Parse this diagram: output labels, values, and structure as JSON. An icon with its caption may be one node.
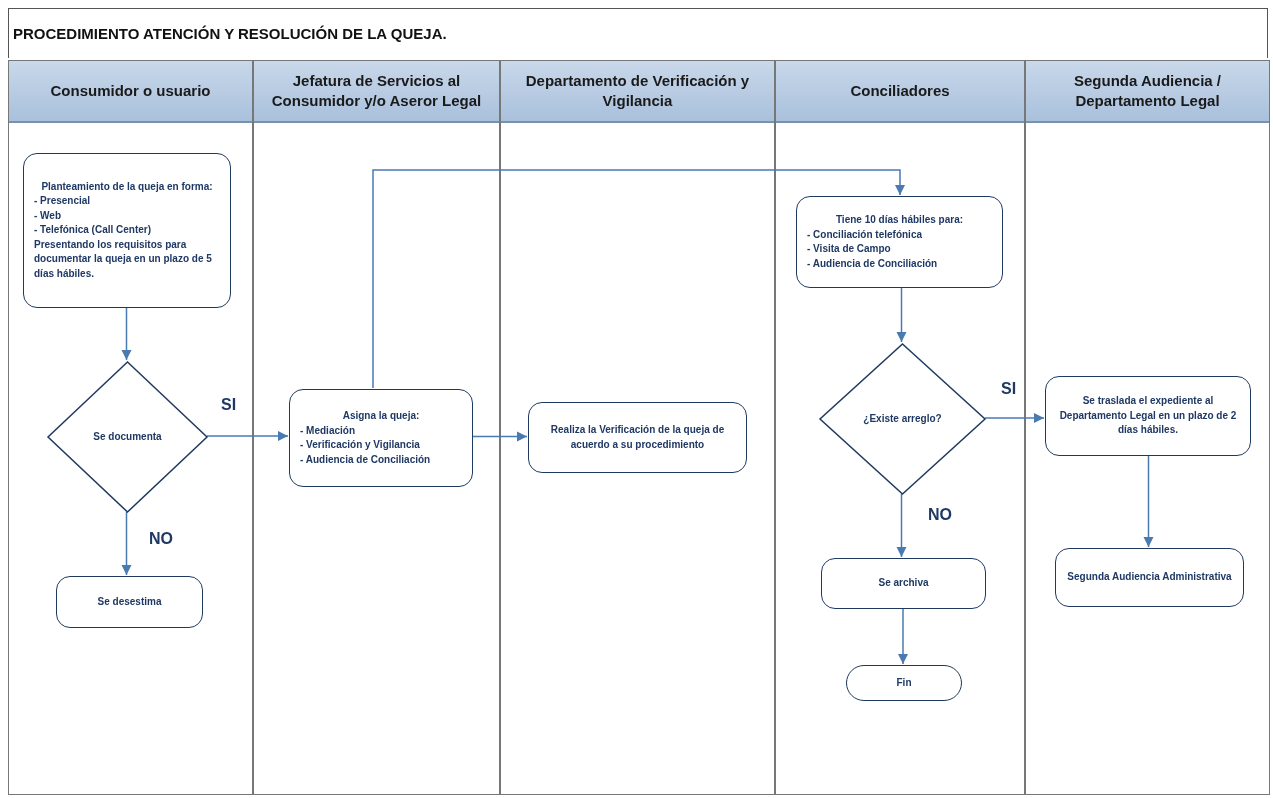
{
  "diagram": {
    "title": "PROCEDIMIENTO ATENCIÓN Y RESOLUCIÓN DE LA QUEJA.",
    "nodes": [
      {
        "text": [
          "Consumidor o usuario"
        ]
      },
      {
        "text": [
          "Jefatura de Servicios al Consumidor y/o Aseror Legal"
        ]
      },
      {
        "text": [
          "Departamento de Verificación y Vigilancia"
        ]
      },
      {
        "text": [
          "Conciliadores"
        ]
      },
      {
        "text": [
          "Segunda Audiencia / Departamento Legal"
        ]
      },
      {
        "text": [
          "Planteamiento de la queja en forma:",
          "- Presencial",
          "- Web",
          "- Telefónica (Call Center)",
          "Presentando los requisitos para documentar la queja en un plazo de 5 días hábiles."
        ],
        "in": 0
      },
      {
        "text": [
          "Se documenta"
        ],
        "in": 0
      },
      {
        "text": [
          "Se desestima"
        ],
        "in": 0
      },
      {
        "text": [
          "Asigna la queja:",
          "- Mediación",
          "- Verificación y Vigilancia",
          "- Audiencia de Conciliación"
        ],
        "in": 1
      },
      {
        "text": [
          "Realiza la Verificación de la queja de acuerdo a su procedimiento"
        ],
        "in": 2
      },
      {
        "text": [
          "Tiene 10 días hábiles para:",
          "- Conciliación telefónica",
          "- Visita de Campo",
          "- Audiencia de Conciliación"
        ],
        "in": 3
      },
      {
        "text": [
          "¿Existe arreglo?"
        ],
        "in": 3
      },
      {
        "text": [
          "Se archiva"
        ],
        "in": 3
      },
      {
        "text": [
          "Fin"
        ],
        "in": 3
      },
      {
        "text": [
          "Se traslada el expediente al Departamento Legal en un plazo de 2 días hábiles."
        ],
        "in": 4
      },
      {
        "text": [
          "Segunda Audiencia Administrativa"
        ],
        "in": 4
      }
    ],
    "edges": [
      {
        "from": 5,
        "to": 6,
        "arrow": "to"
      },
      {
        "from": 6,
        "to": 8,
        "arrow": "to",
        "label": "SI"
      },
      {
        "from": 6,
        "to": 7,
        "arrow": "to",
        "label": "NO"
      },
      {
        "from": 8,
        "to": 10,
        "arrow": "to"
      },
      {
        "from": 8,
        "to": 9,
        "arrow": "to"
      },
      {
        "from": 10,
        "to": 11,
        "arrow": "to"
      },
      {
        "from": 11,
        "to": 14,
        "arrow": "to",
        "label": "SI"
      },
      {
        "from": 11,
        "to": 12,
        "arrow": "to",
        "label": "NO"
      },
      {
        "from": 12,
        "to": 13,
        "arrow": "to"
      },
      {
        "from": 14,
        "to": 15,
        "arrow": "to"
      }
    ]
  }
}
